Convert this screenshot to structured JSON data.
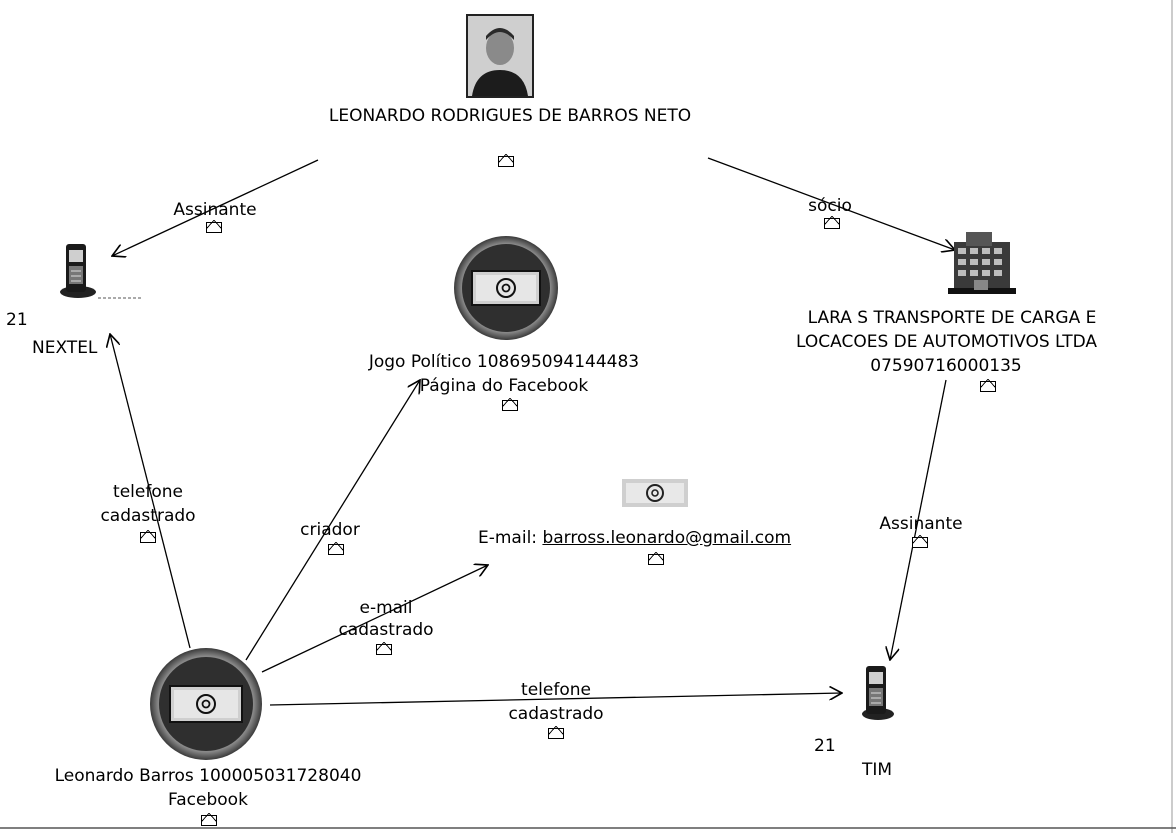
{
  "nodes": {
    "person": {
      "label": "LEONARDO RODRIGUES DE BARROS NETO"
    },
    "nextel": {
      "prefix": "21",
      "label": "NEXTEL"
    },
    "company": {
      "line1": "LARA S TRANSPORTE DE CARGA E",
      "line2": "LOCACOES DE AUTOMOTIVOS LTDA",
      "line3": "07590716000135"
    },
    "jogo_page": {
      "line1": "Jogo Político 108695094144483",
      "line2": "Página do Facebook"
    },
    "email": {
      "prefix": "E-mail: ",
      "address": "barross.leonardo@gmail.com"
    },
    "facebook_profile": {
      "line1": "Leonardo Barros 100005031728040",
      "line2": "Facebook"
    },
    "tim": {
      "prefix": "21",
      "label": "TIM"
    }
  },
  "edges": {
    "assinante_nextel": "Assinante",
    "socio": "sócio",
    "telefone_nextel": {
      "line1": "telefone",
      "line2": "cadastrado"
    },
    "criador": "criador",
    "email_cadastrado": {
      "line1": "e-mail",
      "line2": "cadastrado"
    },
    "assinante_tim": "Assinante",
    "telefone_tim": {
      "line1": "telefone",
      "line2": "cadastrado"
    }
  },
  "icons": {
    "person": "person-photo-icon",
    "phone": "mobile-phone-icon",
    "company": "building-icon",
    "web": "at-sign-icon",
    "message": "envelope-icon"
  }
}
